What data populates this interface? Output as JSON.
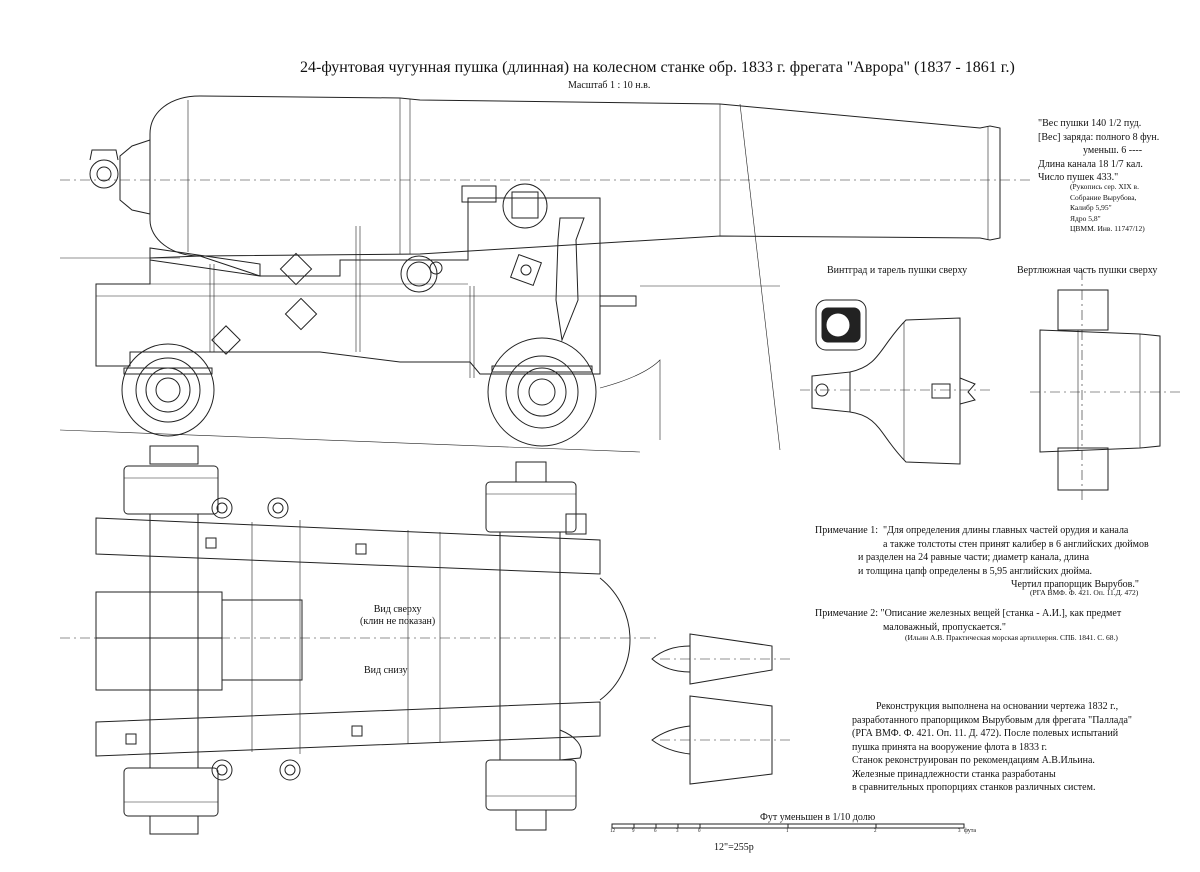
{
  "title": "24-фунтовая чугунная пушка (длинная) на колесном станке обр. 1833 г. фрегата \"Аврора\" (1837 - 1861 г.)",
  "scale": "Масштаб 1 : 10 н.в.",
  "spec_lines": [
    "\"Вес пушки 140 1/2 пуд.",
    "[Вес] заряда: полного 8 фун.",
    "уменьш. 6 ----",
    "Длина канала 18 1/7 кал.",
    "Число пушек 433.\""
  ],
  "spec_source": [
    "(Рукопись сер. XIX в.",
    "Собрание Вырубова,",
    "Калибр 5,95\"",
    "Ядро 5,8\"",
    "ЦВММ. Инв. 11747/12)"
  ],
  "captions": {
    "cascabel_top": "Винтград и тарель пушки сверху",
    "trunnion_top": "Вертлюжная часть пушки сверху",
    "view_top": [
      "Вид сверху",
      "(клин не показан)"
    ],
    "view_bottom": "Вид снизу"
  },
  "note1": {
    "label": "Примечание 1:",
    "lines": [
      "\"Для определения длины главных частей орудия и канала",
      "а также толстоты стен принят калибер в 6 английских дюймов",
      "и разделен на 24 равные части; диаметр канала, длина",
      "и толщина цапф определены в 5,95 английских дюйма.",
      "Чертил прапорщик Вырубов.\""
    ],
    "ref": "(РГА ВМФ. Ф. 421. Оп. 11.Д. 472)"
  },
  "note2": {
    "label": "Примечание 2:",
    "lines": [
      "\"Описание железных вещей [станка - А.И.], как предмет",
      "маловажный, пропускается.\""
    ],
    "ref": "(Ильин А.В. Практическая морская артиллерия. СПБ. 1841. С. 68.)"
  },
  "reconstruction": [
    "Реконструкция выполнена на основании чертежа 1832 г.,",
    "разработанного прапорщиком Вырубовым для фрегата \"Паллада\"",
    "(РГА ВМФ. Ф. 421. Оп. 11. Д. 472). После полевых испытаний",
    "пушка принята на вооружение флота в 1833 г.",
    "Станок реконструирован по рекомендациям А.В.Ильина.",
    "Железные принадлежности станка разработаны",
    "в сравнительных пропорциях станков различных систем."
  ],
  "scale_bar": {
    "title": "Фут уменьшен в 1/10 долю",
    "subtitle": "12\"=255р",
    "unit": "фута",
    "ticks": [
      "12",
      "9",
      "6",
      "3",
      "0",
      "1",
      "2",
      "3"
    ]
  }
}
